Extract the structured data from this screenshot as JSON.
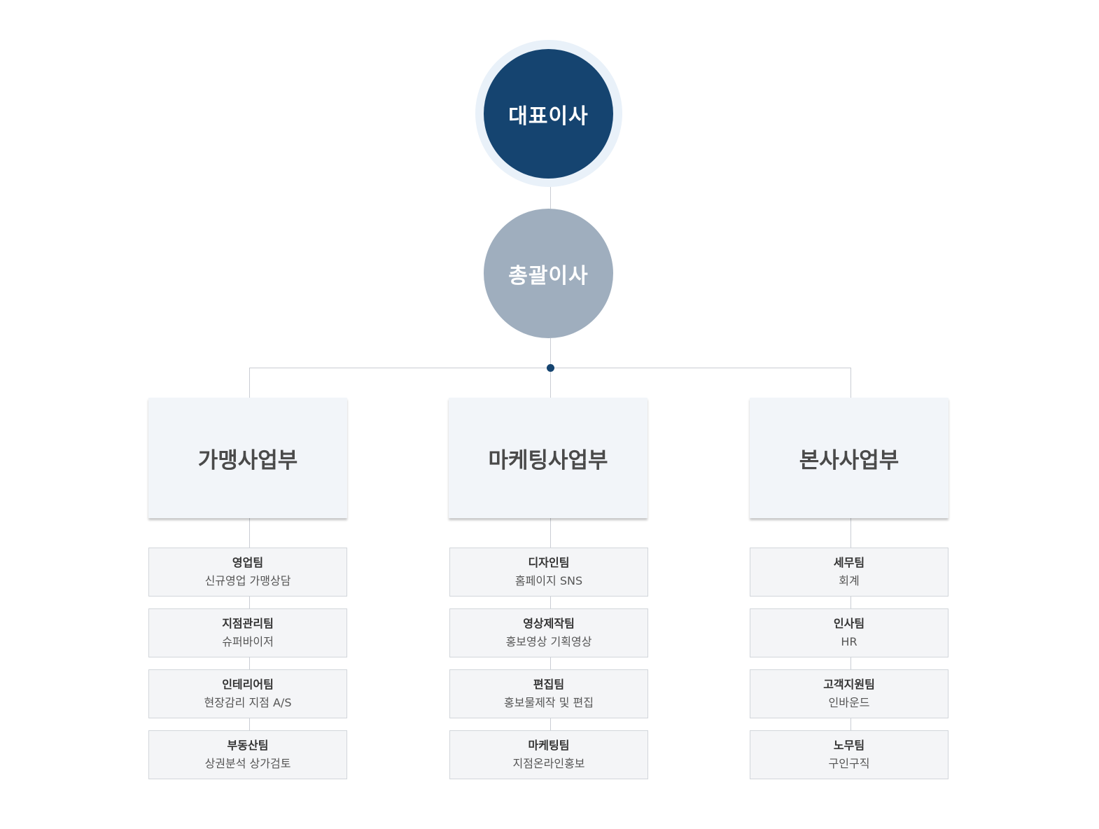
{
  "ceo": {
    "label": "대표이사"
  },
  "general_manager": {
    "label": "총괄이사"
  },
  "departments": [
    {
      "name": "가맹사업부",
      "teams": [
        {
          "name": "영업팀",
          "desc": "신규영업  가맹상담"
        },
        {
          "name": "지점관리팀",
          "desc": "슈퍼바이저"
        },
        {
          "name": "인테리어팀",
          "desc": "현장감리  지점 A/S"
        },
        {
          "name": "부동산팀",
          "desc": "상권분석  상가검토"
        }
      ]
    },
    {
      "name": "마케팅사업부",
      "teams": [
        {
          "name": "디자인팀",
          "desc": "홈페이지  SNS"
        },
        {
          "name": "영상제작팀",
          "desc": "홍보영상  기획영상"
        },
        {
          "name": "편집팀",
          "desc": "홍보물제작 및 편집"
        },
        {
          "name": "마케팅팀",
          "desc": "지점온라인홍보"
        }
      ]
    },
    {
      "name": "본사사업부",
      "teams": [
        {
          "name": "세무팀",
          "desc": "회계"
        },
        {
          "name": "인사팀",
          "desc": "HR"
        },
        {
          "name": "고객지원팀",
          "desc": "인바운드"
        },
        {
          "name": "노무팀",
          "desc": "구인구직"
        }
      ]
    }
  ],
  "colors": {
    "ceo": "#154470",
    "general_manager": "#9faebe",
    "connector": "#c9cdd3",
    "department_bg": "#f2f5f9",
    "team_bg": "#f4f5f7"
  }
}
